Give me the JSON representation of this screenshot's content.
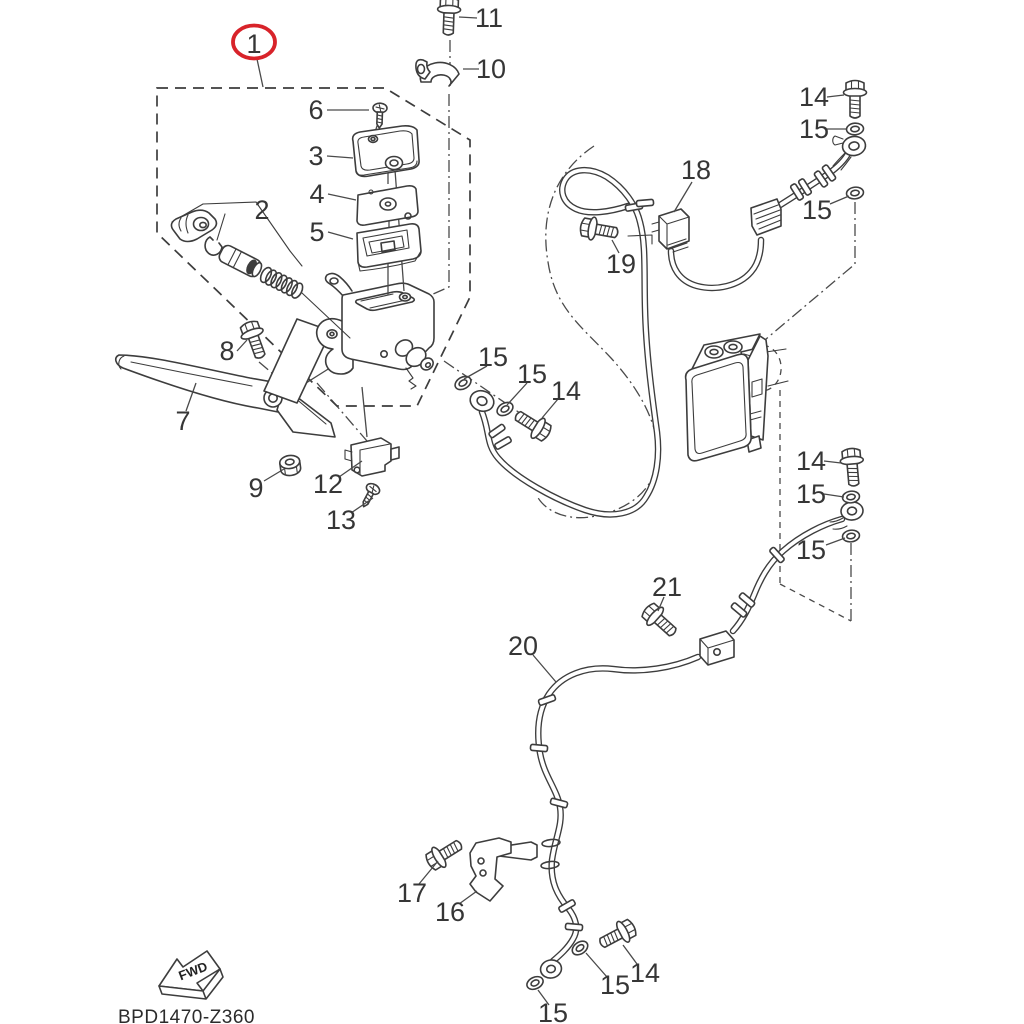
{
  "drawing": {
    "code": "BPD1470-Z360",
    "fwd_label": "FWD",
    "highlighted_callout": "1",
    "colors": {
      "highlight_red": "#d8232a",
      "ink": "#3d3d3d"
    },
    "callouts": {
      "c1": "1",
      "c2": "2",
      "c3": "3",
      "c4": "4",
      "c5": "5",
      "c6": "6",
      "c7": "7",
      "c8": "8",
      "c9": "9",
      "c10": "10",
      "c11": "11",
      "c12": "12",
      "c13": "13",
      "c14a": "14",
      "c14b": "14",
      "c14c": "14",
      "c14d": "14",
      "c15a": "15",
      "c15b": "15",
      "c15c": "15",
      "c15d": "15",
      "c15e": "15",
      "c15f": "15",
      "c15g": "15",
      "c15h": "15",
      "c16": "16",
      "c17": "17",
      "c18": "18",
      "c19": "19",
      "c20": "20",
      "c21": "21"
    }
  }
}
